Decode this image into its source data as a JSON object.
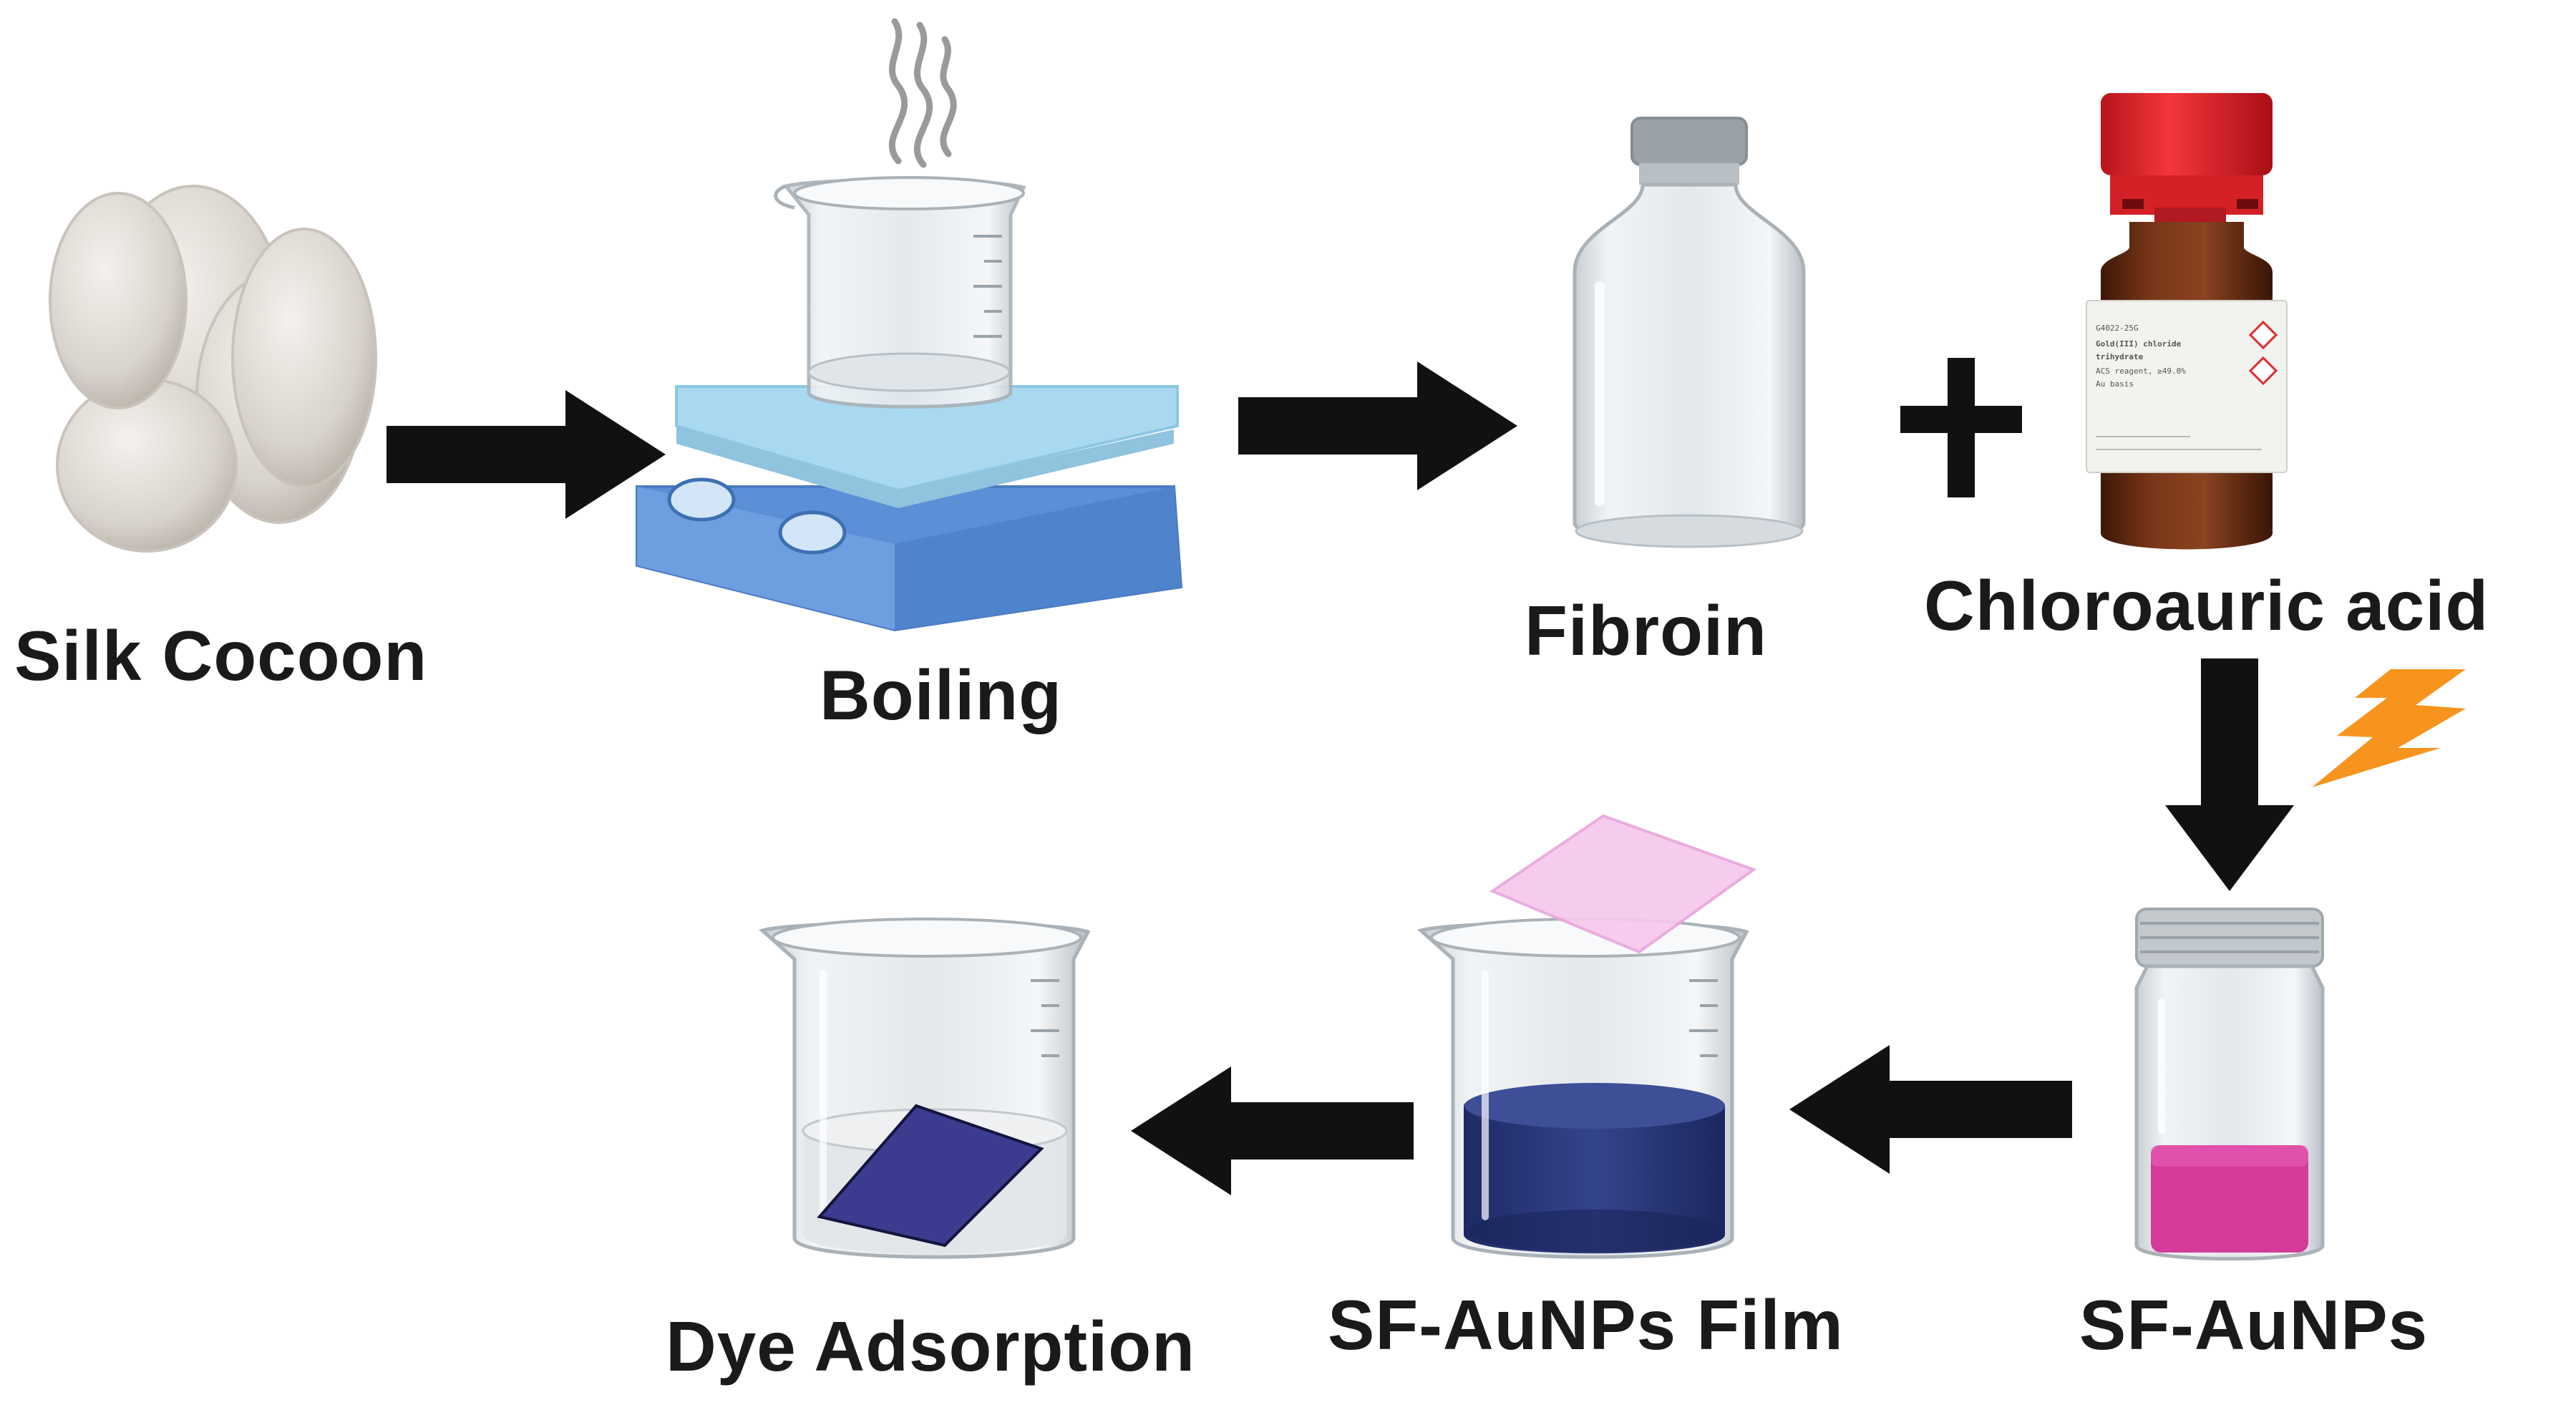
{
  "labels": {
    "silk_cocoon": "Silk Cocoon",
    "boiling": "Boiling",
    "fibroin": "Fibroin",
    "chloroauric_acid": "Chloroauric acid",
    "sf_aunps": "SF-AuNPs",
    "sf_aunps_film": "SF-AuNPs Film",
    "dye_adsorption": "Dye Adsorption"
  },
  "operator": "+",
  "bottle_label_lines": [
    "G4022-25G",
    "Gold(III) chloride",
    "trihydrate",
    "ACS reagent, ≥49.0%",
    "Au basis"
  ],
  "colors": {
    "arrow": "#111111",
    "hotplate_top": "#a9d9f0",
    "hotplate_body": "#5b8fd6",
    "bottle_brown": "#6b2e12",
    "cap_red": "#e8232b",
    "lightning": "#f7941d",
    "sf_aunps_liquid": "#d63a9a",
    "film_liquid": "#2e3d7f",
    "film_pink": "#f6c8ec",
    "dye_film": "#3b3c8f"
  }
}
